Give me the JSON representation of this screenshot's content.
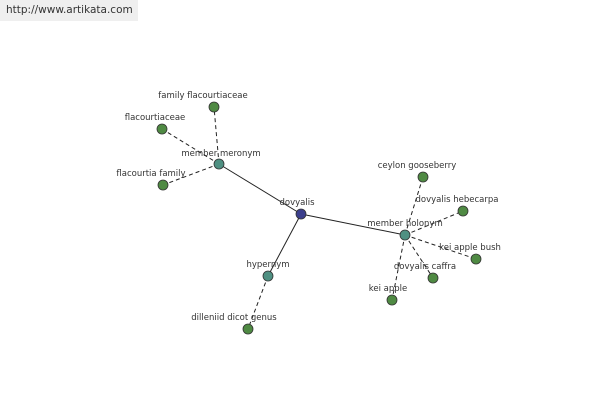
{
  "header": {
    "url": "http://www.artikata.com"
  },
  "colors": {
    "root": "#3b3e8c",
    "relation": "#4f9082",
    "leaf": "#4f8a43"
  },
  "diagram": {
    "nodes": [
      {
        "id": "dovyalis",
        "label": "dovyalis",
        "kind": "root"
      },
      {
        "id": "member_meronym",
        "label": "member meronym",
        "kind": "relation"
      },
      {
        "id": "member_holonym",
        "label": "member holonym",
        "kind": "relation"
      },
      {
        "id": "hypernym",
        "label": "hypernym",
        "kind": "relation"
      },
      {
        "id": "family_flacourtiaceae",
        "label": "family flacourtiaceae",
        "kind": "leaf"
      },
      {
        "id": "flacourtiaceae",
        "label": "flacourtiaceae",
        "kind": "leaf"
      },
      {
        "id": "flacourtia_family",
        "label": "flacourtia family",
        "kind": "leaf"
      },
      {
        "id": "ceylon_gooseberry",
        "label": "ceylon gooseberry",
        "kind": "leaf"
      },
      {
        "id": "dovyalis_hebecarpa",
        "label": "dovyalis hebecarpa",
        "kind": "leaf"
      },
      {
        "id": "kei_apple_bush",
        "label": "kei apple bush",
        "kind": "leaf"
      },
      {
        "id": "dovyalis_caffra",
        "label": "dovyalis caffra",
        "kind": "leaf"
      },
      {
        "id": "kei_apple",
        "label": "kei apple",
        "kind": "leaf"
      },
      {
        "id": "dilleniid_dicot_genus",
        "label": "dilleniid dicot genus",
        "kind": "leaf"
      }
    ],
    "edges": [
      {
        "from": "dovyalis",
        "to": "member_meronym",
        "style": "solid"
      },
      {
        "from": "dovyalis",
        "to": "member_holonym",
        "style": "solid"
      },
      {
        "from": "dovyalis",
        "to": "hypernym",
        "style": "solid"
      },
      {
        "from": "member_meronym",
        "to": "family_flacourtiaceae",
        "style": "dashed"
      },
      {
        "from": "member_meronym",
        "to": "flacourtiaceae",
        "style": "dashed"
      },
      {
        "from": "member_meronym",
        "to": "flacourtia_family",
        "style": "dashed"
      },
      {
        "from": "member_holonym",
        "to": "ceylon_gooseberry",
        "style": "dashed"
      },
      {
        "from": "member_holonym",
        "to": "dovyalis_hebecarpa",
        "style": "dashed"
      },
      {
        "from": "member_holonym",
        "to": "kei_apple_bush",
        "style": "dashed"
      },
      {
        "from": "member_holonym",
        "to": "dovyalis_caffra",
        "style": "dashed"
      },
      {
        "from": "member_holonym",
        "to": "kei_apple",
        "style": "dashed"
      },
      {
        "from": "hypernym",
        "to": "dilleniid_dicot_genus",
        "style": "dashed"
      }
    ]
  }
}
